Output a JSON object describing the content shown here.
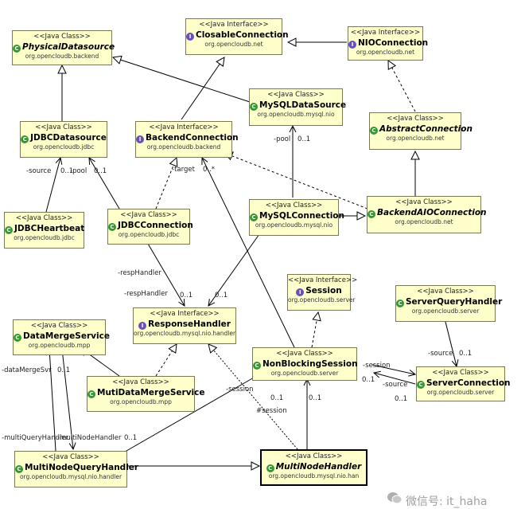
{
  "diagram": {
    "nodes": [
      {
        "id": "PhysicalDatasource",
        "stereotype": "<<Java Class>>",
        "kind": "class",
        "abstract": true,
        "name": "PhysicalDatasource",
        "package": "org.opencloudb.backend"
      },
      {
        "id": "ClosableConnection",
        "stereotype": "<<Java Interface>>",
        "kind": "interface",
        "abstract": false,
        "name": "ClosableConnection",
        "package": "org.opencloudb.net"
      },
      {
        "id": "NIOConnection",
        "stereotype": "<<Java Interface>>",
        "kind": "interface",
        "abstract": false,
        "name": "NIOConnection",
        "package": "org.opencloudb.net"
      },
      {
        "id": "MySQLDataSource",
        "stereotype": "<<Java Class>>",
        "kind": "class",
        "abstract": false,
        "name": "MySQLDataSource",
        "package": "org.opencloudb.mysql.nio"
      },
      {
        "id": "JDBCDatasource",
        "stereotype": "<<Java Class>>",
        "kind": "class",
        "abstract": false,
        "name": "JDBCDatasource",
        "package": "org.opencloudb.jdbc"
      },
      {
        "id": "BackendConnection",
        "stereotype": "<<Java Interface>>",
        "kind": "interface",
        "abstract": false,
        "name": "BackendConnection",
        "package": "org.opencloudb.backend"
      },
      {
        "id": "AbstractConnection",
        "stereotype": "<<Java Class>>",
        "kind": "class",
        "abstract": true,
        "name": "AbstractConnection",
        "package": "org.opencloudb.net"
      },
      {
        "id": "JDBCHeartbeat",
        "stereotype": "<<Java Class>>",
        "kind": "class",
        "abstract": false,
        "name": "JDBCHeartbeat",
        "package": "org.opencloudb.jdbc"
      },
      {
        "id": "JDBCConnection",
        "stereotype": "<<Java Class>>",
        "kind": "class",
        "abstract": false,
        "name": "JDBCConnection",
        "package": "org.opencloudb.jdbc"
      },
      {
        "id": "MySQLConnection",
        "stereotype": "<<Java Class>>",
        "kind": "class",
        "abstract": false,
        "name": "MySQLConnection",
        "package": "org.opencloudb.mysql.nio"
      },
      {
        "id": "BackendAIOConnection",
        "stereotype": "<<Java Class>>",
        "kind": "class",
        "abstract": true,
        "name": "BackendAIOConnection",
        "package": "org.opencloudb.net"
      },
      {
        "id": "Session",
        "stereotype": "<<Java Interface>>",
        "kind": "interface",
        "abstract": false,
        "name": "Session",
        "package": "org.opencloudb.server"
      },
      {
        "id": "ServerQueryHandler",
        "stereotype": "<<Java Class>>",
        "kind": "class",
        "abstract": false,
        "name": "ServerQueryHandler",
        "package": "org.opencloudb.server"
      },
      {
        "id": "DataMergeService",
        "stereotype": "<<Java Class>>",
        "kind": "class",
        "abstract": false,
        "name": "DataMergeService",
        "package": "org.opencloudb.mpp"
      },
      {
        "id": "ResponseHandler",
        "stereotype": "<<Java Interface>>",
        "kind": "interface",
        "abstract": false,
        "name": "ResponseHandler",
        "package": "org.opencloudb.mysql.nio.handler"
      },
      {
        "id": "NonBlockingSession",
        "stereotype": "<<Java Class>>",
        "kind": "class",
        "abstract": false,
        "name": "NonBlockingSession",
        "package": "org.opencloudb.server"
      },
      {
        "id": "ServerConnection",
        "stereotype": "<<Java Class>>",
        "kind": "class",
        "abstract": false,
        "name": "ServerConnection",
        "package": "org.opencloudb.server"
      },
      {
        "id": "MutiDataMergeService",
        "stereotype": "<<Java Class>>",
        "kind": "class",
        "abstract": false,
        "name": "MutiDataMergeService",
        "package": "org.opencloudb.mpp"
      },
      {
        "id": "MultiNodeQueryHandler",
        "stereotype": "<<Java Class>>",
        "kind": "class",
        "abstract": false,
        "name": "MultiNodeQueryHandler",
        "package": "org.opencloudb.mysql.nio.handler"
      },
      {
        "id": "MultiNodeHandler",
        "stereotype": "<<Java Class>>",
        "kind": "class",
        "abstract": true,
        "name": "MultiNodeHandler",
        "package": "org.opencloudb.mysql.nio.han",
        "selected": true
      }
    ],
    "edge_labels": {
      "source_jdbc": "-source",
      "mult_0_1_a": "0..1",
      "pool_jdbc": "-pool",
      "mult_0_1_b": "0..1",
      "target": "-target",
      "mult_0_star": "0..*",
      "pool_mysql": "-pool",
      "mult_0_1_c": "0..1",
      "resp_handler_1": "-respHandler",
      "resp_handler_2": "-respHandler",
      "mult_0_1_d": "0..1",
      "mult_0_1_e": "0..1",
      "source_sqh": "-source",
      "mult_0_1_f": "0..1",
      "session_sc": "-session",
      "mult_0_1_g": "0..1",
      "source_sc": "-source",
      "mult_0_1_h": "0..1",
      "data_merge_svr": "-dataMergeSvr",
      "mult_0_1_i": "0..1",
      "session_mnqh": "-session",
      "mult_0_1_j": "0..1",
      "session_hash": "#session",
      "mult_0_1_k": "0..1",
      "multi_query_handler": "-multiQueryHandler",
      "multi_node_handler": "-multiNodeHandler",
      "mult_0_1_l": "0..1"
    }
  },
  "watermark": {
    "text": "微信号: it_haha",
    "icon": "wechat-icon"
  }
}
